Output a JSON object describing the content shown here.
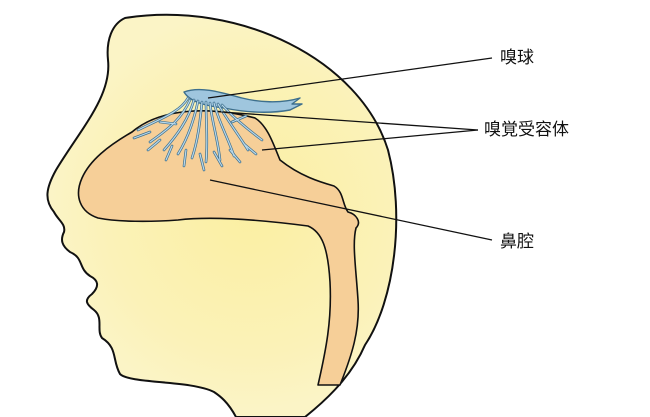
{
  "diagram": {
    "labels": {
      "olfactory_bulb": "嗅球",
      "olfactory_receptor": "嗅覚受容体",
      "nasal_cavity": "鼻腔"
    },
    "colors": {
      "background": "#ffffff",
      "skin": "#fbf4c6",
      "skin_glow": "#fbefa2",
      "nasal_cavity": "#f6cf98",
      "nerve": "#9fc6de",
      "nerve_outline": "#3d6f8d",
      "outline": "#111111",
      "leader_line": "#111111"
    }
  }
}
